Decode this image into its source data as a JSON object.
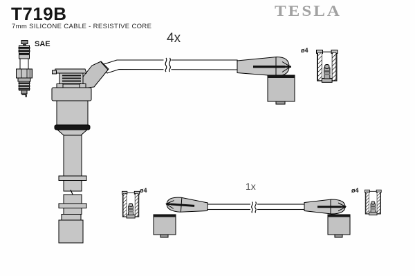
{
  "product": {
    "part_number": "T719B",
    "description": "7mm SILICONE CABLE - RESISTIVE CORE",
    "brand": "TESLA"
  },
  "labels": {
    "standard": "SAE",
    "qty_coil_cable": "4x",
    "qty_single_cable": "1x",
    "diameter_top": "ø4",
    "diameter_left": "ø4",
    "diameter_right": "ø4"
  },
  "icons": {
    "spark_plug": "spark-plug-icon",
    "coil_boot": "coil-boot-icon",
    "right_angle_boot": "right-angle-boot-icon",
    "socket_cross_section": "socket-cross-section-icon",
    "cable_break": "cable-break-icon"
  },
  "colors": {
    "background": "#fefefe",
    "outline": "#000000",
    "part_fill": "#c6c6c6",
    "dark_band": "#161616",
    "brand_gray": "#a2a2a2",
    "label_gray": "#4d4d4d"
  }
}
